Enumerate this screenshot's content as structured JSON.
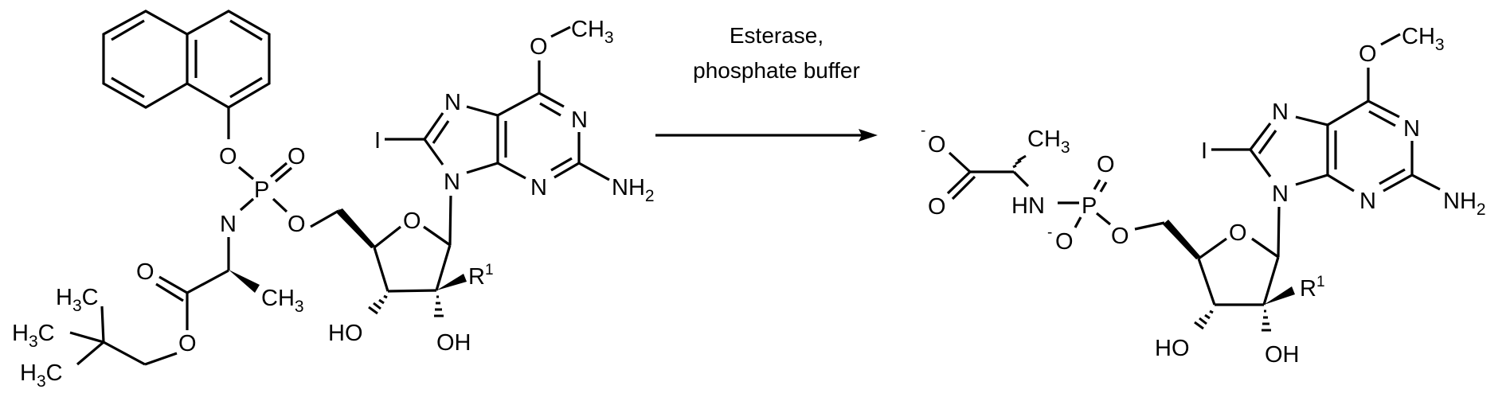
{
  "figure": {
    "type": "reaction-scheme",
    "background": "#ffffff",
    "ink_color": "#000000"
  },
  "reaction": {
    "conditions": {
      "line1": "Esterase,",
      "line2": "phosphate buffer"
    },
    "arrow": "right"
  },
  "reactant": {
    "labels": {
      "aryl_o": "O",
      "p_oxo": "O",
      "phosphorus": "P",
      "amide_n": "N",
      "ester_o_5": "O",
      "carbonyl_o": "O",
      "ester_o": "O",
      "alpha_methyl": "CH",
      "alpha_methyl_sub": "3",
      "tbu_top": "H",
      "tbu_top_sub": "3",
      "tbu_top_c": "C",
      "tbu_mid": "H",
      "tbu_mid_sub": "3",
      "tbu_mid_c": "C",
      "tbu_bot": "H",
      "tbu_bot_sub": "3",
      "tbu_bot_c": "C",
      "ring_o": "O",
      "r1": "R",
      "r1_sup": "1",
      "ho_3": "HO",
      "oh_2": "OH",
      "iodo": "I",
      "n7": "N",
      "n9": "N",
      "n1": "N",
      "n3": "N",
      "methoxy_o": "O",
      "methoxy_ch": "CH",
      "methoxy_sub": "3",
      "amino": "NH",
      "amino_sub": "2"
    }
  },
  "product": {
    "labels": {
      "carboxylate_o_minus": "O",
      "carboxylate_charge": "-",
      "carboxylate_o": "O",
      "alpha_methyl": "CH",
      "alpha_methyl_sub": "3",
      "hn": "HN",
      "phosphorus": "P",
      "p_oxo": "O",
      "p_o_minus": "O",
      "p_o_charge": "-",
      "ester_o_5": "O",
      "ring_o": "O",
      "r1": "R",
      "r1_sup": "1",
      "ho_3": "HO",
      "oh_2": "OH",
      "iodo": "I",
      "n7": "N",
      "n9": "N",
      "n1": "N",
      "n3": "N",
      "methoxy_o": "O",
      "methoxy_ch": "CH",
      "methoxy_sub": "3",
      "amino": "NH",
      "amino_sub": "2"
    }
  }
}
